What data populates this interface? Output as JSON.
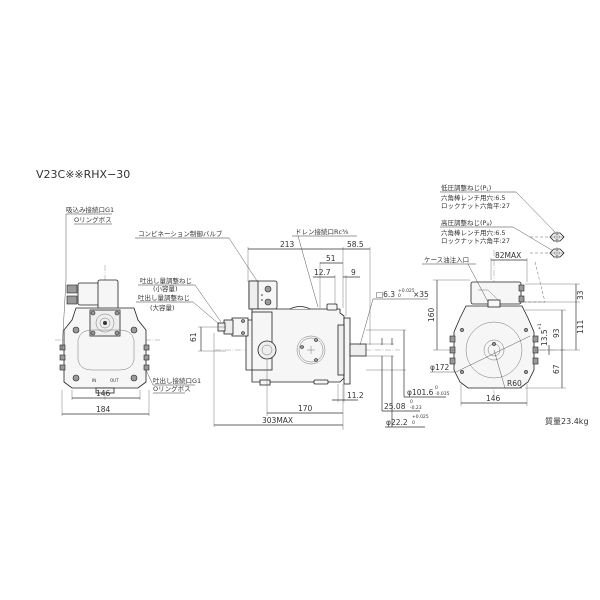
{
  "title": "V23C※※RHX−30",
  "weight": "質量23.4kg",
  "colors": {
    "line": "#333333",
    "background": "#ffffff",
    "body_fill": "#f6f6f6",
    "bolt_fill": "#9a9a9a"
  },
  "labels": {
    "suction_port": "吸込み接続口G1",
    "suction_oring": "Oリングボス",
    "combination_valve": "コンビネーション制御バルブ",
    "drain_port": "ドレン接続口Rc⅜",
    "discharge_adjust_small": "吐出し量調整ねじ",
    "discharge_adjust_small_sub": "(小容量)",
    "discharge_adjust_large": "吐出し量調整ねじ",
    "discharge_adjust_large_sub": "(大容量)",
    "discharge_port": "吐出し接続口G1",
    "discharge_oring": "Oリングボス",
    "case_oil_inlet": "ケース油注入口",
    "low_pressure_screw": "低圧調整ねじ(P",
    "low_pressure_sub": "L",
    "low_pressure_close": ")",
    "low_wrench": "六角棒レンチ用穴:6.5",
    "low_locknut": "ロックナット六角平:27",
    "high_pressure_screw": "高圧調整ねじ(P",
    "high_pressure_sub": "H",
    "high_pressure_close": ")",
    "high_wrench": "六角棒レンチ用穴:6.5",
    "high_locknut": "ロックナット六角平:27",
    "port_in": "IN",
    "port_out": "OUT"
  },
  "dimensions": {
    "left_view": {
      "inner_width": "146",
      "outer_width": "184"
    },
    "side_view": {
      "d213": "213",
      "d58_5": "58.5",
      "d51": "51",
      "d12_7": "12.7",
      "d9": "9",
      "d61": "61",
      "d170": "170",
      "d303max": "303MAX",
      "d11_2": "11.2",
      "key": "□6.3",
      "key_tol_up": "+0.025",
      "key_tol_dn": "0",
      "key_len": "×35",
      "pilot": "φ101.6",
      "pilot_tol_up": "0",
      "pilot_tol_dn": "-0.035",
      "key_height": "25.08",
      "key_height_tol_up": "0",
      "key_height_tol_dn": "-0.23",
      "shaft": "φ22.2",
      "shaft_tol_up": "+0.025",
      "shaft_tol_dn": "0"
    },
    "front_view": {
      "d82max": "82MAX",
      "d160": "160",
      "d33": "33",
      "d111": "111",
      "d93": "93",
      "d13_5": "13.5",
      "d13_5_tol_up": "+1",
      "d13_5_tol_dn": "0",
      "d67": "67",
      "d172": "φ172",
      "r60": "R60",
      "d146": "146"
    }
  }
}
